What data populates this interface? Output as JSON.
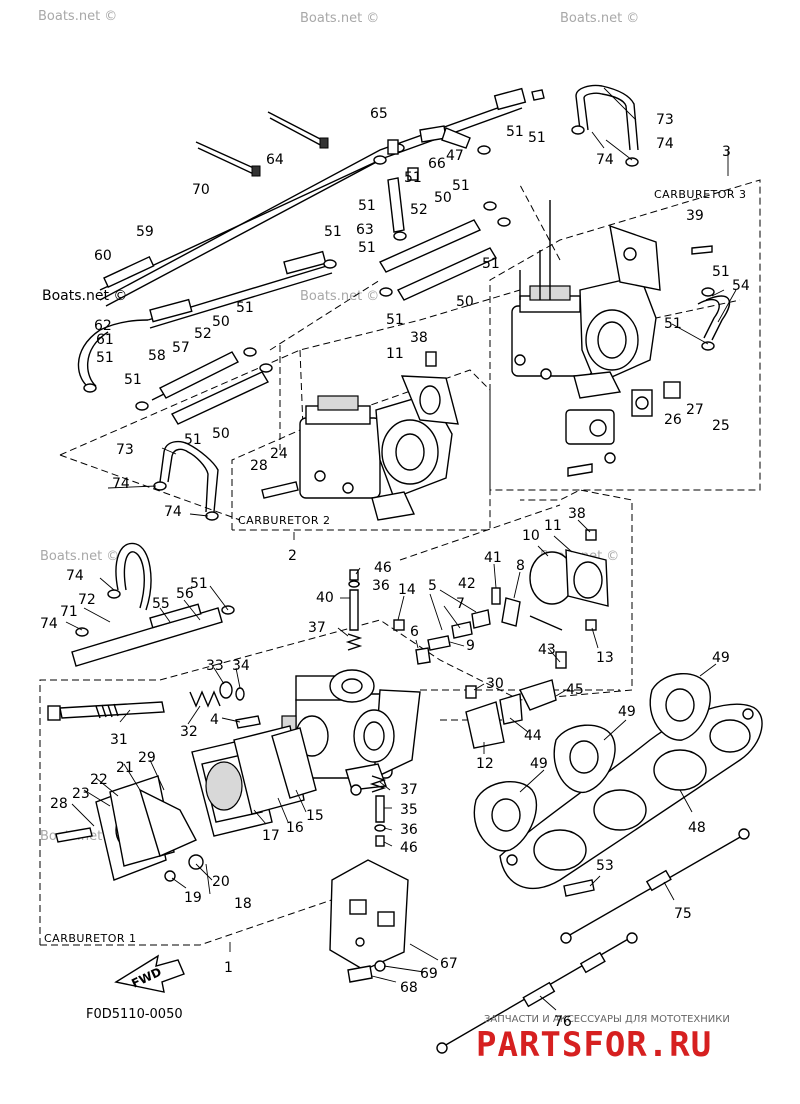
{
  "watermark": "Boats.net ©",
  "diagram_code": "F0D5110-0050",
  "fwd_label": "FWD",
  "sections": {
    "carb1": "CARBURETOR 1",
    "carb2": "CARBURETOR 2",
    "carb3": "CARBURETOR 3"
  },
  "brand": {
    "tagline": "ЗАПЧАСТИ И АКСЕССУАРЫ ДЛЯ МОТОТЕХНИКИ",
    "logo_text": "PARTSFOR.RU"
  },
  "callouts": [
    {
      "id": "c1",
      "text": "1"
    },
    {
      "id": "c2",
      "text": "2"
    },
    {
      "id": "c3",
      "text": "3"
    },
    {
      "id": "c4",
      "text": "4"
    },
    {
      "id": "c5",
      "text": "5"
    },
    {
      "id": "c6",
      "text": "6"
    },
    {
      "id": "c7",
      "text": "7"
    },
    {
      "id": "c8",
      "text": "8"
    },
    {
      "id": "c9",
      "text": "9"
    },
    {
      "id": "c10",
      "text": "10"
    },
    {
      "id": "c11a",
      "text": "11"
    },
    {
      "id": "c11b",
      "text": "11"
    },
    {
      "id": "c12",
      "text": "12"
    },
    {
      "id": "c13",
      "text": "13"
    },
    {
      "id": "c14",
      "text": "14"
    },
    {
      "id": "c15",
      "text": "15"
    },
    {
      "id": "c16",
      "text": "16"
    },
    {
      "id": "c17",
      "text": "17"
    },
    {
      "id": "c18",
      "text": "18"
    },
    {
      "id": "c19",
      "text": "19"
    },
    {
      "id": "c20",
      "text": "20"
    },
    {
      "id": "c21",
      "text": "21"
    },
    {
      "id": "c22",
      "text": "22"
    },
    {
      "id": "c23",
      "text": "23"
    },
    {
      "id": "c24",
      "text": "24"
    },
    {
      "id": "c25",
      "text": "25"
    },
    {
      "id": "c26",
      "text": "26"
    },
    {
      "id": "c27",
      "text": "27"
    },
    {
      "id": "c28a",
      "text": "28"
    },
    {
      "id": "c28b",
      "text": "28"
    },
    {
      "id": "c29",
      "text": "29"
    },
    {
      "id": "c30",
      "text": "30"
    },
    {
      "id": "c31",
      "text": "31"
    },
    {
      "id": "c32",
      "text": "32"
    },
    {
      "id": "c33",
      "text": "33"
    },
    {
      "id": "c34",
      "text": "34"
    },
    {
      "id": "c35",
      "text": "35"
    },
    {
      "id": "c36a",
      "text": "36"
    },
    {
      "id": "c36b",
      "text": "36"
    },
    {
      "id": "c37a",
      "text": "37"
    },
    {
      "id": "c37b",
      "text": "37"
    },
    {
      "id": "c38a",
      "text": "38"
    },
    {
      "id": "c38b",
      "text": "38"
    },
    {
      "id": "c39",
      "text": "39"
    },
    {
      "id": "c40",
      "text": "40"
    },
    {
      "id": "c41",
      "text": "41"
    },
    {
      "id": "c42",
      "text": "42"
    },
    {
      "id": "c43",
      "text": "43"
    },
    {
      "id": "c44",
      "text": "44"
    },
    {
      "id": "c45",
      "text": "45"
    },
    {
      "id": "c46a",
      "text": "46"
    },
    {
      "id": "c46b",
      "text": "46"
    },
    {
      "id": "c47",
      "text": "47"
    },
    {
      "id": "c48",
      "text": "48"
    },
    {
      "id": "c49a",
      "text": "49"
    },
    {
      "id": "c49b",
      "text": "49"
    },
    {
      "id": "c49c",
      "text": "49"
    },
    {
      "id": "c50a",
      "text": "50"
    },
    {
      "id": "c50b",
      "text": "50"
    },
    {
      "id": "c50c",
      "text": "50"
    },
    {
      "id": "c50d",
      "text": "50"
    },
    {
      "id": "c51a",
      "text": "51"
    },
    {
      "id": "c51b",
      "text": "51"
    },
    {
      "id": "c51c",
      "text": "51"
    },
    {
      "id": "c51d",
      "text": "51"
    },
    {
      "id": "c51e",
      "text": "51"
    },
    {
      "id": "c51f",
      "text": "51"
    },
    {
      "id": "c51g",
      "text": "51"
    },
    {
      "id": "c51h",
      "text": "51"
    },
    {
      "id": "c51i",
      "text": "51"
    },
    {
      "id": "c51j",
      "text": "51"
    },
    {
      "id": "c51k",
      "text": "51"
    },
    {
      "id": "c51l",
      "text": "51"
    },
    {
      "id": "c51m",
      "text": "51"
    },
    {
      "id": "c51n",
      "text": "51"
    },
    {
      "id": "c51o",
      "text": "51"
    },
    {
      "id": "c51p",
      "text": "51"
    },
    {
      "id": "c52a",
      "text": "52"
    },
    {
      "id": "c52b",
      "text": "52"
    },
    {
      "id": "c53",
      "text": "53"
    },
    {
      "id": "c54",
      "text": "54"
    },
    {
      "id": "c55",
      "text": "55"
    },
    {
      "id": "c56",
      "text": "56"
    },
    {
      "id": "c57",
      "text": "57"
    },
    {
      "id": "c58",
      "text": "58"
    },
    {
      "id": "c59",
      "text": "59"
    },
    {
      "id": "c60",
      "text": "60"
    },
    {
      "id": "c61",
      "text": "61"
    },
    {
      "id": "c62",
      "text": "62"
    },
    {
      "id": "c63",
      "text": "63"
    },
    {
      "id": "c64",
      "text": "64"
    },
    {
      "id": "c65",
      "text": "65"
    },
    {
      "id": "c66",
      "text": "66"
    },
    {
      "id": "c67",
      "text": "67"
    },
    {
      "id": "c68",
      "text": "68"
    },
    {
      "id": "c69",
      "text": "69"
    },
    {
      "id": "c70",
      "text": "70"
    },
    {
      "id": "c71",
      "text": "71"
    },
    {
      "id": "c72",
      "text": "72"
    },
    {
      "id": "c73a",
      "text": "73"
    },
    {
      "id": "c73b",
      "text": "73"
    },
    {
      "id": "c74a",
      "text": "74"
    },
    {
      "id": "c74b",
      "text": "74"
    },
    {
      "id": "c74c",
      "text": "74"
    },
    {
      "id": "c74d",
      "text": "74"
    },
    {
      "id": "c74e",
      "text": "74"
    },
    {
      "id": "c74f",
      "text": "74"
    },
    {
      "id": "c75",
      "text": "75"
    },
    {
      "id": "c76",
      "text": "76"
    }
  ]
}
